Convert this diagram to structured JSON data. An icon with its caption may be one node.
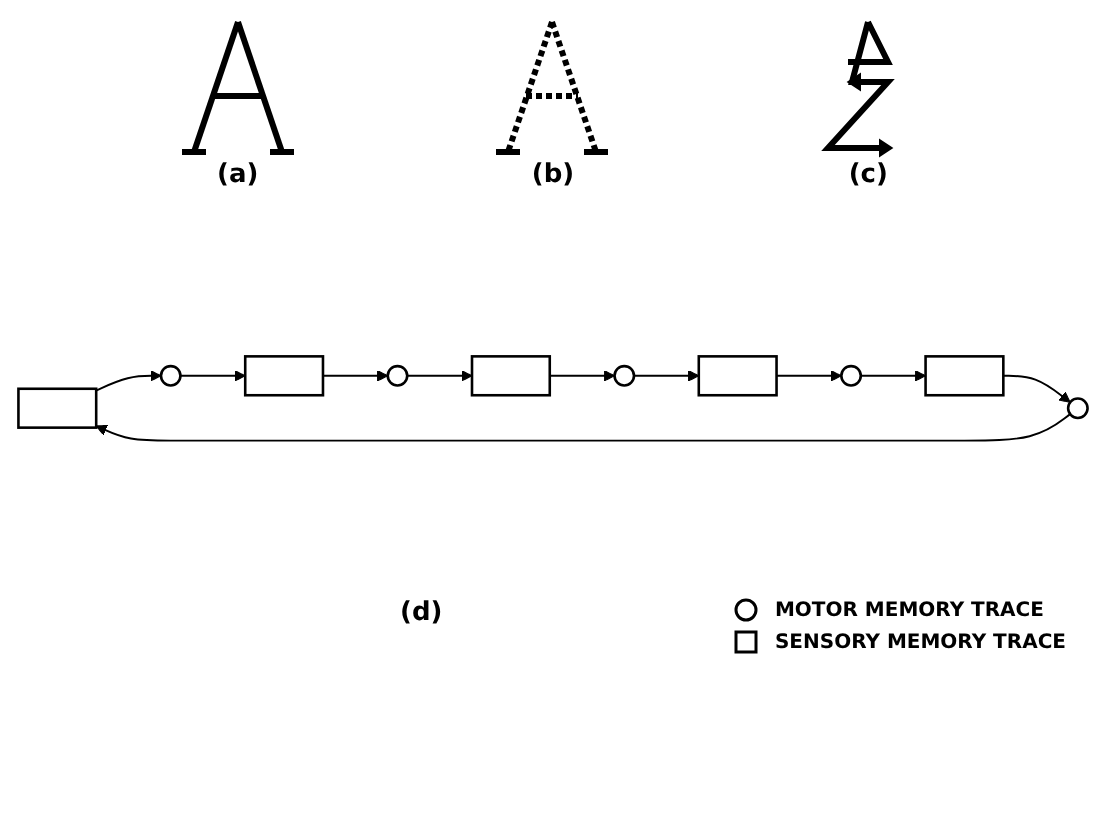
{
  "diagram": {
    "nodes": [
      {
        "text": [],
        "shape": "box"
      },
      {
        "text": [],
        "shape": "circle"
      },
      {
        "text": [],
        "shape": "box"
      },
      {
        "text": [],
        "shape": "circle"
      },
      {
        "text": [],
        "shape": "box"
      },
      {
        "text": [],
        "shape": "circle"
      },
      {
        "text": [],
        "shape": "box"
      },
      {
        "text": [],
        "shape": "circle"
      },
      {
        "text": [],
        "shape": "box"
      },
      {
        "text": [],
        "shape": "circle"
      }
    ],
    "edges": [
      {
        "from": 0,
        "to": 1,
        "arrow": "to"
      },
      {
        "from": 1,
        "to": 2,
        "arrow": "to"
      },
      {
        "from": 2,
        "to": 3,
        "arrow": "to"
      },
      {
        "from": 3,
        "to": 4,
        "arrow": "to"
      },
      {
        "from": 4,
        "to": 5,
        "arrow": "to"
      },
      {
        "from": 5,
        "to": 6,
        "arrow": "to"
      },
      {
        "from": 6,
        "to": 7,
        "arrow": "to"
      },
      {
        "from": 7,
        "to": 8,
        "arrow": "to"
      },
      {
        "from": 8,
        "to": 9,
        "arrow": "to"
      },
      {
        "from": 9,
        "to": 0,
        "arrow": "to"
      }
    ],
    "labels": [
      "(a)",
      "(b)",
      "(c)",
      "(d)"
    ],
    "legend": [
      {
        "text": "MOTOR MEMORY TRACE"
      },
      {
        "text": "SENSORY MEMORY TRACE"
      }
    ]
  }
}
